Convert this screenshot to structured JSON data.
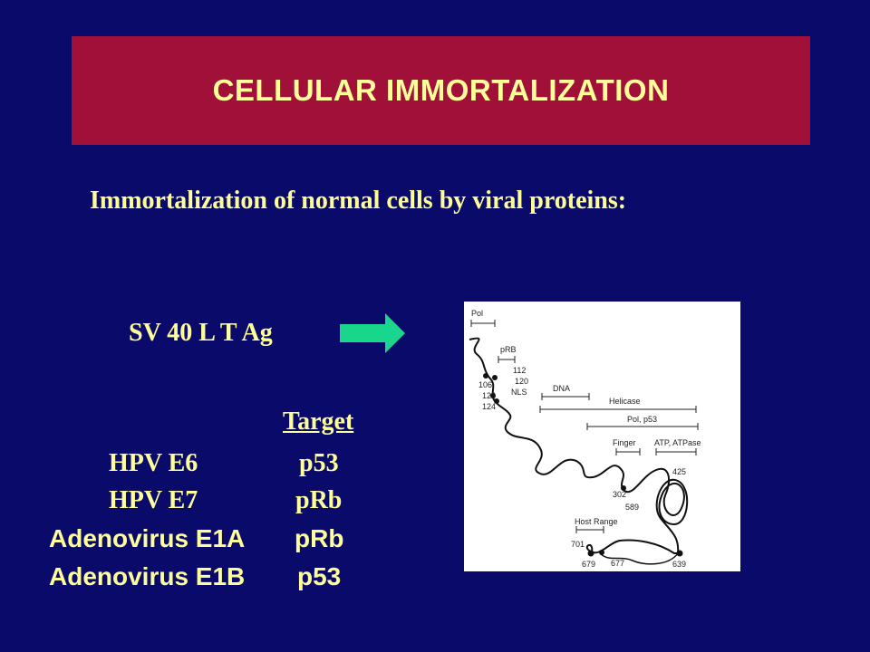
{
  "title": "CELLULAR IMMORTALIZATION",
  "subtitle": "Immortalization of normal cells by viral proteins:",
  "sv40_label": "SV 40 L T Ag",
  "target_header": "Target",
  "rows": [
    {
      "virus": "HPV E6",
      "target": "p53"
    },
    {
      "virus": "HPV E7",
      "target": "pRb"
    },
    {
      "virus": "Adenovirus E1A",
      "target": "pRb"
    },
    {
      "virus": "Adenovirus E1B",
      "target": "p53"
    }
  ],
  "diagram": {
    "region_labels": {
      "pol_top": "Pol",
      "prb": "pRB",
      "dna": "DNA",
      "helicase": "Helicase",
      "pol_p53": "Pol, p53",
      "finger": "Finger",
      "atp": "ATP, ATPase",
      "host_range": "Host Range",
      "nls": "NLS"
    },
    "residues": {
      "r112": "112",
      "r120": "120",
      "r106": "106",
      "r123": "123",
      "r124": "124",
      "r302": "302",
      "r425": "425",
      "r589": "589",
      "r701": "701",
      "r679": "679",
      "r677": "677",
      "r639": "639"
    }
  },
  "colors": {
    "background": "#0a0a6a",
    "title_bar": "#a01038",
    "text": "#ffff99",
    "arrow": "#19d68c"
  }
}
